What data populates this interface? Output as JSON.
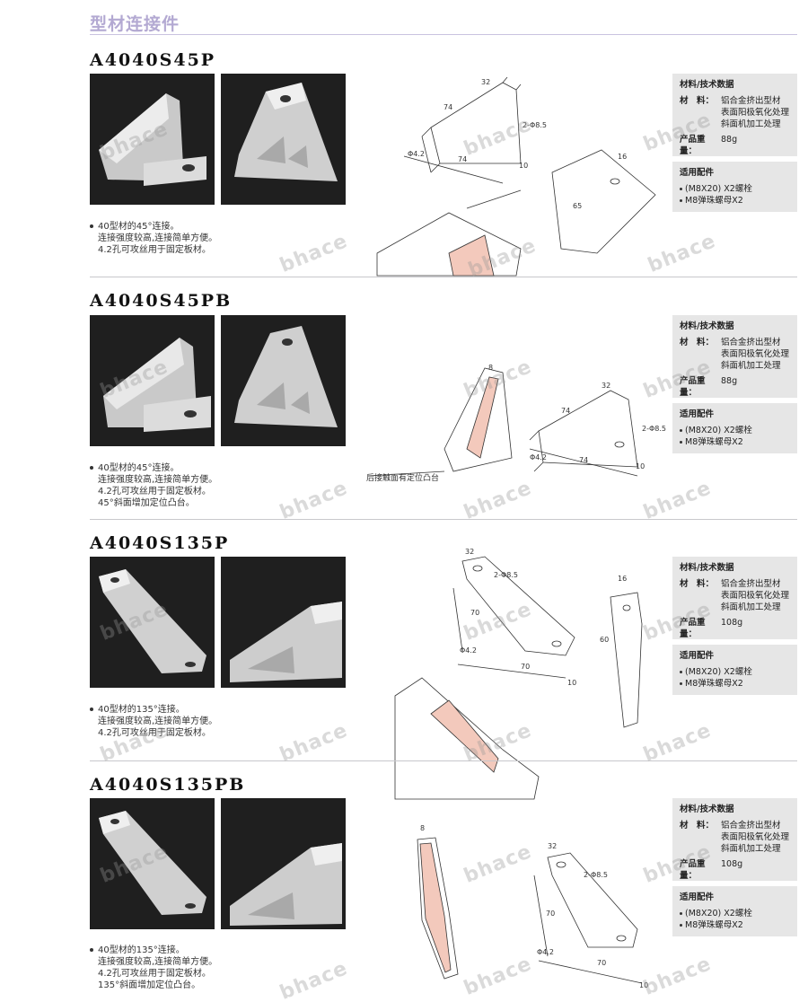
{
  "page": {
    "title": "型材连接件",
    "watermark": "bhace"
  },
  "spec_labels": {
    "header": "材料/技术数据",
    "material_key": "材　料：",
    "weight_key": "产品重量：",
    "parts_header": "适用配件"
  },
  "products": [
    {
      "model": "A4040S45P",
      "desc": [
        "40型材的45°连接。",
        "连接强度较高,连接简单方便。",
        "4.2孔可攻丝用于固定板材。"
      ],
      "material": [
        "铝合金挤出型材",
        "表面阳极氧化处理",
        "斜面机加工处理"
      ],
      "weight": "88g",
      "parts": [
        "(M8X20) X2螺栓",
        "M8弹珠螺母X2"
      ],
      "dims": {
        "a": "32",
        "b": "74",
        "c": "74",
        "d": "2-Φ8.5",
        "e": "Φ4.2",
        "f": "10",
        "g": "16",
        "h": "65"
      }
    },
    {
      "model": "A4040S45PB",
      "desc": [
        "40型材的45°连接。",
        "连接强度较高,连接简单方便。",
        "4.2孔可攻丝用于固定板材。",
        "45°斜面增加定位凸台。"
      ],
      "material": [
        "铝合金挤出型材",
        "表面阳极氧化处理",
        "斜面机加工处理"
      ],
      "weight": "88g",
      "parts": [
        "(M8X20) X2螺栓",
        "M8弹珠螺母X2"
      ],
      "note": "后接触面有定位凸台",
      "dims": {
        "a": "32",
        "b": "74",
        "c": "74",
        "d": "2-Φ8.5",
        "e": "Φ4.2",
        "f": "10",
        "g": "8"
      }
    },
    {
      "model": "A4040S135P",
      "desc": [
        "40型材的135°连接。",
        "连接强度较高,连接简单方便。",
        "4.2孔可攻丝用于固定板材。"
      ],
      "material": [
        "铝合金挤出型材",
        "表面阳极氧化处理",
        "斜面机加工处理"
      ],
      "weight": "108g",
      "parts": [
        "(M8X20) X2螺栓",
        "M8弹珠螺母X2"
      ],
      "dims": {
        "a": "32",
        "b": "70",
        "c": "70",
        "d": "2-Φ8.5",
        "e": "Φ4.2",
        "f": "10",
        "g": "16",
        "h": "60"
      }
    },
    {
      "model": "A4040S135PB",
      "desc": [
        "40型材的135°连接。",
        "连接强度较高,连接简单方便。",
        "4.2孔可攻丝用于固定板材。",
        "135°斜面增加定位凸台。"
      ],
      "material": [
        "铝合金挤出型材",
        "表面阳极氧化处理",
        "斜面机加工处理"
      ],
      "weight": "108g",
      "parts": [
        "(M8X20) X2螺栓",
        "M8弹珠螺母X2"
      ],
      "dims": {
        "a": "32",
        "b": "70",
        "c": "70",
        "d": "2-Φ8.5",
        "e": "Φ4.2",
        "f": "10",
        "g": "8"
      }
    }
  ]
}
